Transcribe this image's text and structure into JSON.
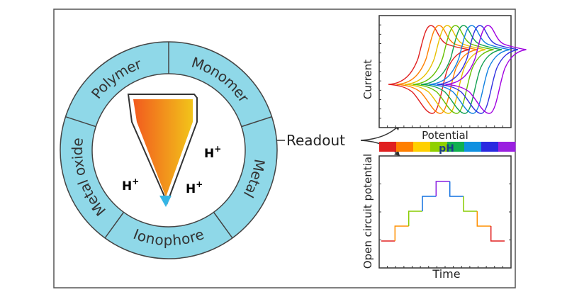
{
  "ring": {
    "segments": [
      "Polymer",
      "Monomer",
      "Metal",
      "Ionophore",
      "Metal oxide"
    ],
    "fill_color": "#8fd8e8",
    "stroke_color": "#444444"
  },
  "electrode": {
    "ions": [
      "H",
      "H",
      "H"
    ],
    "ion_charge": "+",
    "gradient_colors": [
      "#f25a1e",
      "#f2c41a"
    ],
    "tip_color": "#35b5e5"
  },
  "readout_label": "Readout",
  "cv_plot": {
    "ylabel": "Current",
    "xlabel": "Potential",
    "curve_colors": [
      "#e02020",
      "#ff7f00",
      "#e8c000",
      "#66c000",
      "#10a050",
      "#1080e0",
      "#3030e0",
      "#a000e0"
    ]
  },
  "ph_bar": {
    "label": "pH",
    "colors": [
      "#e02020",
      "#ff7f00",
      "#ffd000",
      "#90d000",
      "#10b050",
      "#1090e0",
      "#2a2ae0",
      "#9a20e0"
    ]
  },
  "ocp_plot": {
    "ylabel": "Open circuit potential",
    "xlabel": "Time",
    "step_colors": [
      "#e02020",
      "#ff9000",
      "#88cc00",
      "#1070e0",
      "#8a20e0",
      "#1070e0",
      "#88cc00",
      "#ff9000",
      "#e02020"
    ]
  }
}
